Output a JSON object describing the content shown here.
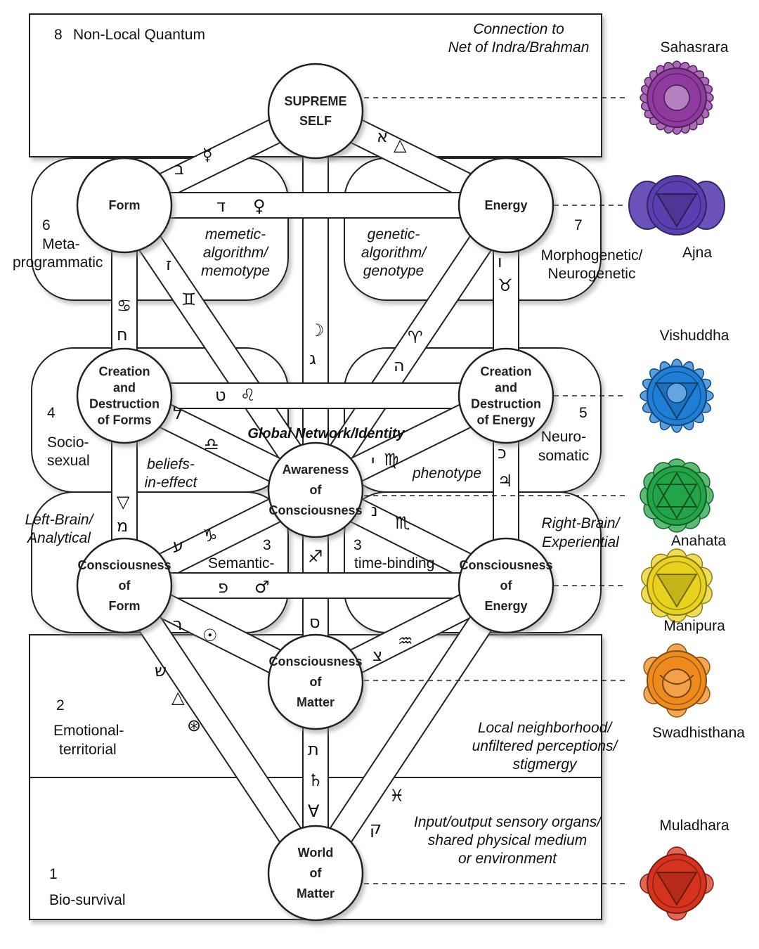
{
  "levels": {
    "l8": {
      "num": "8",
      "name": "Non-Local Quantum",
      "note1": "Connection to",
      "note2": "Net of Indra/Brahman"
    },
    "l7": {
      "num": "7",
      "name1": "Morphogenetic/",
      "name2": "Neurogenetic"
    },
    "l6": {
      "num": "6",
      "name1": "Meta-",
      "name2": "programmatic"
    },
    "l5": {
      "num": "5",
      "name1": "Neuro-",
      "name2": "somatic"
    },
    "l4": {
      "num": "4",
      "name1": "Socio-",
      "name2": "sexual"
    },
    "l3": {
      "num": "3",
      "left": "Semantic-",
      "right": "time-binding"
    },
    "l2": {
      "num": "2",
      "name1": "Emotional-",
      "name2": "territorial",
      "note1": "Local neighborhood/",
      "note2": "unfiltered perceptions/",
      "note3": "stigmergy"
    },
    "l1": {
      "num": "1",
      "name": "Bio-survival",
      "note1": "Input/output sensory organs/",
      "note2": "shared physical medium",
      "note3": "or environment"
    }
  },
  "side": {
    "left1": "Left-Brain/",
    "left2": "Analytical",
    "right1": "Right-Brain/",
    "right2": "Experiential"
  },
  "inner": {
    "meme1": "memetic-",
    "meme2": "algorithm/",
    "meme3": "memotype",
    "gene1": "genetic-",
    "gene2": "algorithm/",
    "gene3": "genotype",
    "belief1": "beliefs-",
    "belief2": "in-effect",
    "phenotype": "phenotype",
    "global": "Global Network/Identity"
  },
  "nodes": {
    "supreme": [
      "SUPREME",
      "SELF"
    ],
    "form": [
      "Form"
    ],
    "energy": [
      "Energy"
    ],
    "cdforms": [
      "Creation",
      "and",
      "Destruction",
      "of Forms"
    ],
    "cdenergy": [
      "Creation",
      "and",
      "Destruction",
      "of Energy"
    ],
    "awareness": [
      "Awareness",
      "of",
      "Consciousness"
    ],
    "cform": [
      "Consciousness",
      "of",
      "Form"
    ],
    "cenergy": [
      "Consciousness",
      "of",
      "Energy"
    ],
    "cmatter": [
      "Consciousness",
      "of",
      "Matter"
    ],
    "world": [
      "World",
      "of",
      "Matter"
    ]
  },
  "glyphs": {
    "aleph": "א",
    "fire": "△",
    "beth": "ב",
    "mercury": "☿",
    "daleth": "ד",
    "venus": "♀",
    "zayin": "ז",
    "gemini": "♊",
    "heth": "ח",
    "cancer": "♋",
    "vav": "ו",
    "taurus": "♉",
    "gimel": "ג",
    "moon": "☽",
    "he": "ה",
    "aries": "♈",
    "teth": "ט",
    "leo": "♌",
    "lamed": "ל",
    "libra": "♎",
    "yod": "י",
    "virgo": "♍",
    "kaph": "כ",
    "jupiter": "♃",
    "mem": "מ",
    "water": "▽",
    "ayin": "ע",
    "capricorn": "♑",
    "nun": "נ",
    "scorpio": "♏",
    "samekh": "ס",
    "sagittarius": "♐",
    "pe": "פ",
    "mars": "♂",
    "resh": "ר",
    "sun": "☉",
    "tsade": "צ",
    "aquarius": "♒",
    "shin": "ש",
    "spirit": "⊛",
    "tav": "ת",
    "saturn": "♄",
    "earth": "∀",
    "qoph": "ק",
    "pisces": "♓"
  },
  "chakras": [
    {
      "name": "Sahasrara",
      "color": "#8e3a9e"
    },
    {
      "name": "Ajna",
      "color": "#5a3fb0"
    },
    {
      "name": "Vishuddha",
      "color": "#1f7fd6"
    },
    {
      "name": "Anahata",
      "color": "#23a447"
    },
    {
      "name": "Manipura",
      "color": "#e8d21e"
    },
    {
      "name": "Swadhisthana",
      "color": "#ef8a1c"
    },
    {
      "name": "Muladhara",
      "color": "#d6331e"
    }
  ]
}
